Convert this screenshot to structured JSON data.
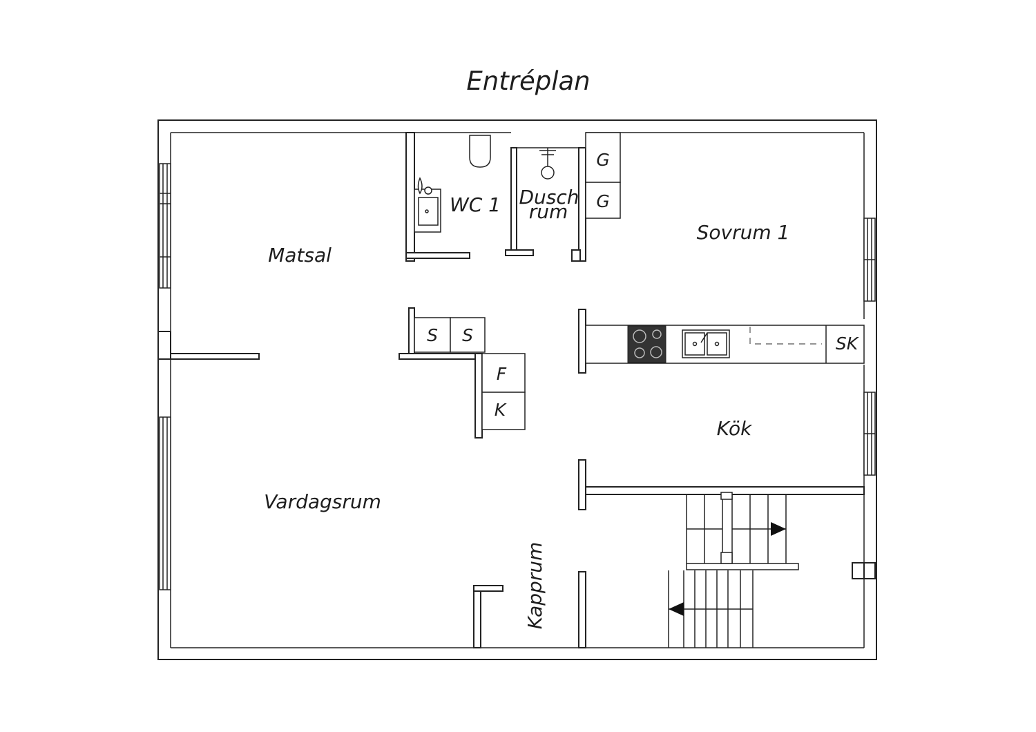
{
  "title": "Entréplan",
  "rooms": {
    "matsal": "Matsal",
    "wc": "WC 1",
    "dusch_1": "Dusch",
    "dusch_2": "rum",
    "sovrum": "Sovrum 1",
    "kok": "Kök",
    "vardagsrum": "Vardagsrum",
    "kapprum": "Kapprum"
  },
  "fixtures": {
    "g_top": "G",
    "g_bottom": "G",
    "s_left": "S",
    "s_right": "S",
    "f": "F",
    "k": "K",
    "sk": "SK"
  },
  "icons": [
    "toilet-icon",
    "washbasin-icon",
    "shower-icon",
    "stove-icon",
    "sink-icon",
    "stair-arrow-icon"
  ]
}
